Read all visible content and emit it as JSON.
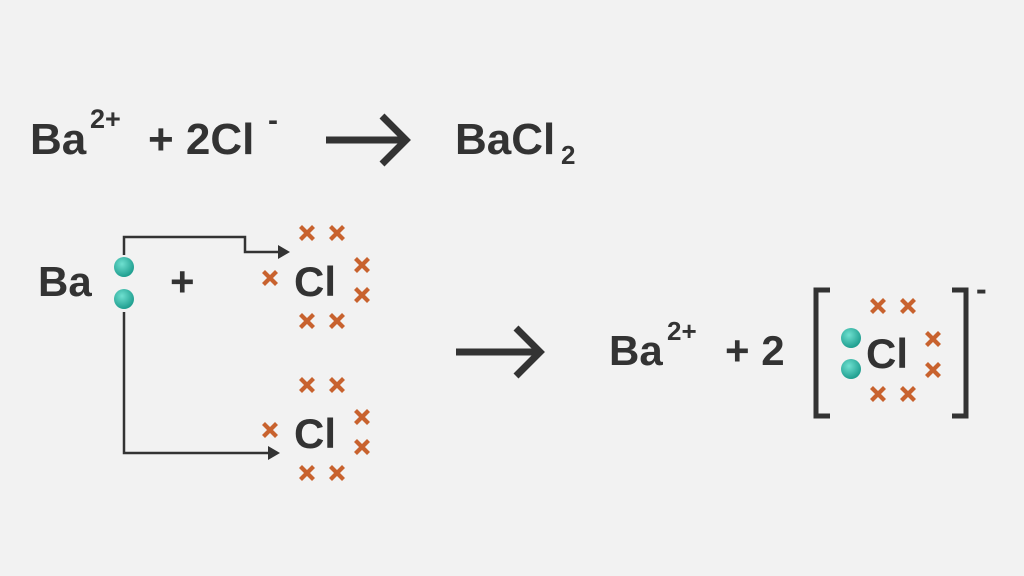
{
  "colors": {
    "background": "#f2f2f2",
    "text": "#333333",
    "electron_ba": "#2bb3a3",
    "electron_cl": "#c8622e"
  },
  "equation": {
    "ba": "Ba",
    "ba_charge": "2+",
    "plus_two_cl": "+ 2Cl",
    "cl_charge": "-",
    "product_bacl": "BaCl",
    "product_subscript": "2"
  },
  "lewis": {
    "ba_symbol": "Ba",
    "plus": "+",
    "cl_top_symbol": "Cl",
    "cl_bottom_symbol": "Cl"
  },
  "result": {
    "ba": "Ba",
    "ba_charge": "2+",
    "plus_two": "+ 2",
    "cl_symbol": "Cl",
    "bracket_charge": "-"
  },
  "icons": {
    "electron_dot": "filled-circle",
    "electron_cross": "x-mark",
    "arrow": "right-arrow"
  }
}
